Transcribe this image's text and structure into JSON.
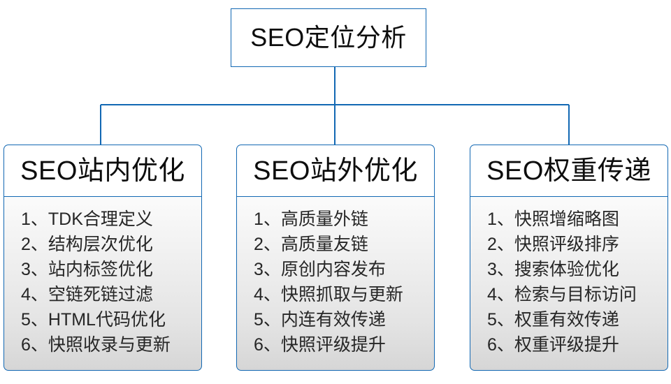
{
  "diagram": {
    "type": "hierarchy",
    "accent_color": "#1268b3",
    "text_color": "#262626",
    "root": {
      "label": "SEO定位分析"
    },
    "columns": [
      {
        "id": "on-site",
        "header": "SEO站内优化",
        "items": [
          "1、TDK合理定义",
          "2、结构层次优化",
          "3、站内标签优化",
          "4、空链死链过滤",
          "5、HTML代码优化",
          "6、快照收录与更新"
        ]
      },
      {
        "id": "off-site",
        "header": "SEO站外优化",
        "items": [
          "1、高质量外链",
          "2、高质量友链",
          "3、原创内容发布",
          "4、快照抓取与更新",
          "5、内连有效传递",
          "6、快照评级提升"
        ]
      },
      {
        "id": "weight-transfer",
        "header": "SEO权重传递",
        "items": [
          "1、快照增缩略图",
          "2、快照评级排序",
          "3、搜索体验优化",
          "4、检索与目标访问",
          "5、权重有效传递",
          "6、权重评级提升"
        ]
      }
    ]
  }
}
